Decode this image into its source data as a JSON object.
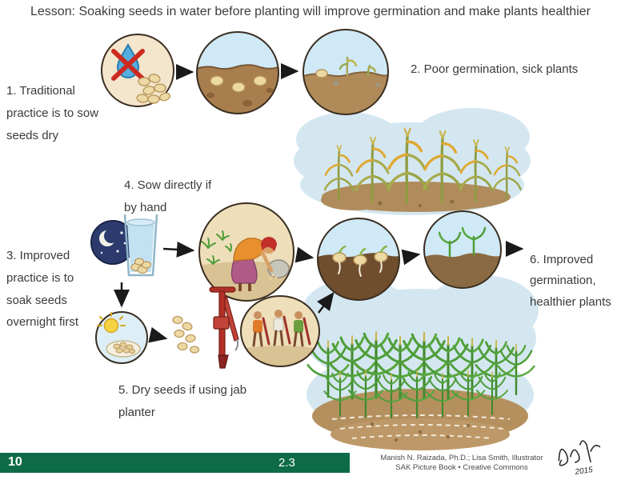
{
  "title": "Lesson: Soaking seeds in water before planting will improve germination and make plants healthier",
  "steps": {
    "step1": "1. Traditional practice is to sow seeds dry",
    "step2": "2. Poor germination, sick plants",
    "step3": "3. Improved practice is to soak seeds overnight first",
    "step4": "4. Sow directly if by hand",
    "step5": "5. Dry seeds if using jab planter",
    "step6": "6. Improved germination, healthier plants"
  },
  "footer": {
    "page_number": "10",
    "section_number": "2.3",
    "credits_line1": "Manish N. Raizada, Ph.D.; Lisa Smith, Illustrator",
    "credits_line2": "SAK Picture Book • Creative Commons",
    "signature_year": "2015"
  },
  "colors": {
    "accent_green": "#0e6b48",
    "sky_blue": "#cfe9f6",
    "soil_brown": "#a87e4e",
    "cloud_blue": "#d4e7f1",
    "seed_tan": "#ecd9a4",
    "warning_red": "#cc2a20"
  }
}
